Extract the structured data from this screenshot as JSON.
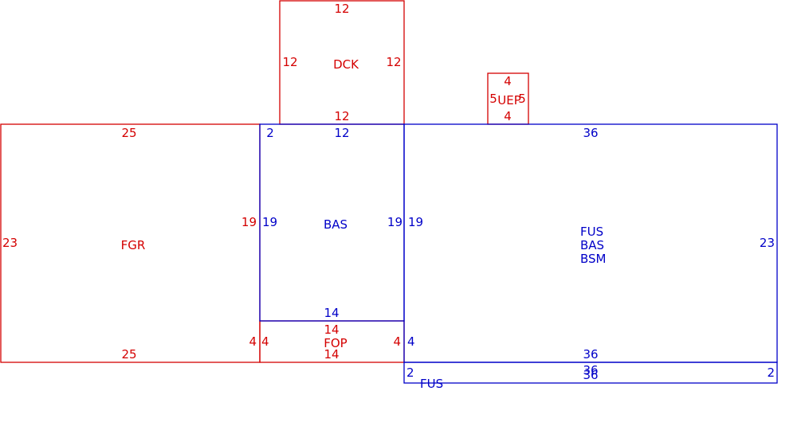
{
  "colors": {
    "red": "#d40000",
    "blue": "#0000c8"
  },
  "shapes": [
    {
      "id": "dck",
      "color": "red",
      "dims": {
        "top": "12",
        "left": "12",
        "right": "12",
        "bottom": "12"
      },
      "labels": [
        "DCK"
      ]
    },
    {
      "id": "uep",
      "color": "red",
      "dims": {
        "top": "4",
        "left": "5",
        "right": "5",
        "bottom": "4"
      },
      "labels": [
        "UEP"
      ]
    },
    {
      "id": "fgr",
      "color": "red",
      "dims": {
        "top": "25",
        "left": "23",
        "right": "19",
        "bottom": "25",
        "right_lower": "4"
      },
      "labels": [
        "FGR"
      ]
    },
    {
      "id": "bas",
      "color": "blue",
      "dims": {
        "corner": "2",
        "top": "12",
        "left": "19",
        "right": "19",
        "bottom": "14"
      },
      "labels": [
        "BAS"
      ]
    },
    {
      "id": "fop",
      "color": "red",
      "dims": {
        "top": "14",
        "left": "4",
        "right": "4",
        "bottom": "14"
      },
      "labels": [
        "FOP"
      ]
    },
    {
      "id": "main",
      "color": "blue",
      "dims": {
        "top": "36",
        "left": "19",
        "left_lower": "4",
        "right": "23",
        "bottom": "36"
      },
      "labels": [
        "FUS",
        "BAS",
        "BSM"
      ]
    },
    {
      "id": "strip",
      "color": "blue",
      "dims": {
        "top": "36",
        "bottom": "36",
        "left": "2",
        "right": "2"
      },
      "labels": [
        "FUS"
      ]
    }
  ]
}
